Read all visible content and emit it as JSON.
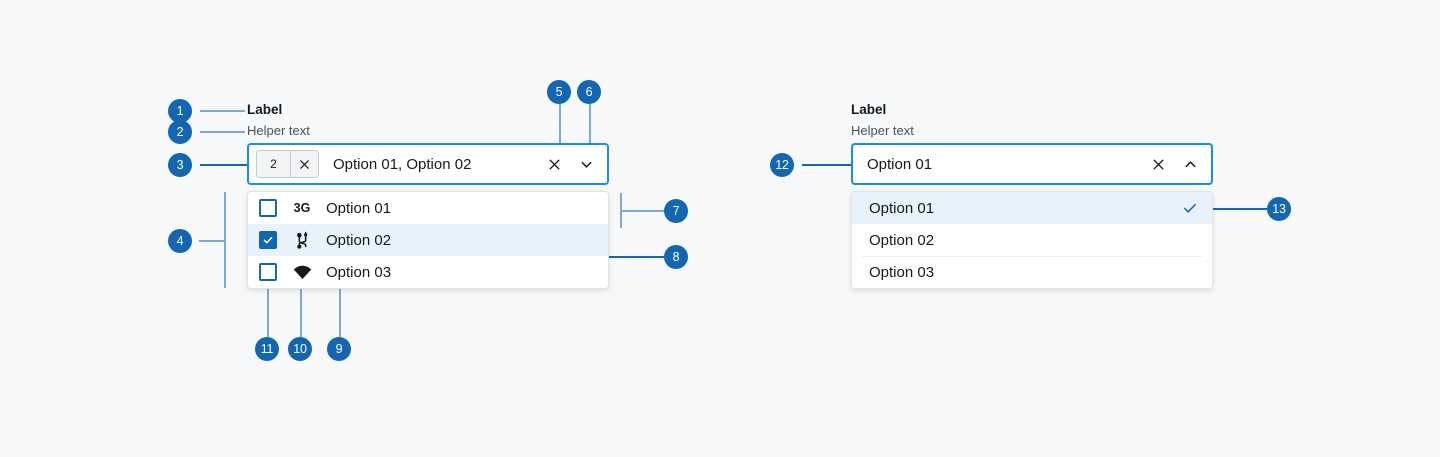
{
  "page": {
    "background": "#f7f8f9",
    "accent_blue": "#1266b2",
    "focus_border": "#1a8cf0",
    "selected_row_bg": "#e8f2fc"
  },
  "multi_select": {
    "label": "Label",
    "helper_text": "Helper text",
    "counter": "2",
    "counter_clear_icon": "close-icon",
    "value": "Option 01, Option 02",
    "clear_icon": "close-icon",
    "chevron_icon": "chevron-down-icon",
    "options": [
      {
        "label": "Option 01",
        "checked": false,
        "icon": "3g-icon",
        "icon_text": "3G",
        "selected": false
      },
      {
        "label": "Option 02",
        "checked": true,
        "icon": "usb-cable-icon",
        "icon_text": "",
        "selected": true
      },
      {
        "label": "Option 03",
        "checked": false,
        "icon": "wifi-icon",
        "icon_text": "",
        "selected": false
      }
    ]
  },
  "single_select": {
    "label": "Label",
    "helper_text": "Helper text",
    "value": "Option 01",
    "clear_icon": "close-icon",
    "chevron_icon": "chevron-up-icon",
    "options": [
      {
        "label": "Option 01",
        "selected": true,
        "check_icon": "checkmark-icon"
      },
      {
        "label": "Option 02",
        "selected": false,
        "check_icon": ""
      },
      {
        "label": "Option 03",
        "selected": false,
        "check_icon": ""
      }
    ]
  },
  "annotations": [
    {
      "id": "1",
      "number": "1",
      "target": "field-label"
    },
    {
      "id": "2",
      "number": "2",
      "target": "helper-text"
    },
    {
      "id": "3",
      "number": "3",
      "target": "multi-select-field"
    },
    {
      "id": "4",
      "number": "4",
      "target": "multi-select-menu"
    },
    {
      "id": "5",
      "number": "5",
      "target": "clear-button"
    },
    {
      "id": "6",
      "number": "6",
      "target": "chevron-button"
    },
    {
      "id": "7",
      "number": "7",
      "target": "menu-item-height"
    },
    {
      "id": "8",
      "number": "8",
      "target": "selected-menu-item"
    },
    {
      "id": "9",
      "number": "9",
      "target": "menu-item-label"
    },
    {
      "id": "10",
      "number": "10",
      "target": "menu-item-icon"
    },
    {
      "id": "11",
      "number": "11",
      "target": "menu-item-checkbox"
    },
    {
      "id": "12",
      "number": "12",
      "target": "single-select-field"
    },
    {
      "id": "13",
      "number": "13",
      "target": "selected-checkmark"
    }
  ]
}
